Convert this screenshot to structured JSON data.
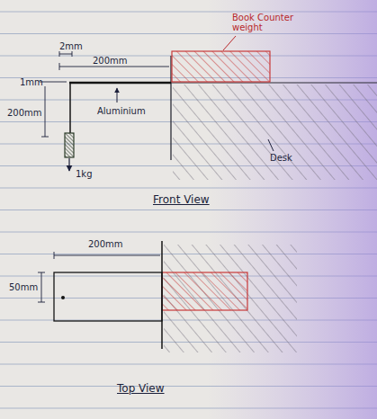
{
  "diagram": {
    "labels": [
      "2mm",
      "200mm",
      "Book Counter weight",
      "1mm",
      "200mm",
      "Aluminium",
      "1kg",
      "Desk",
      "Front View",
      "200mm",
      "50mm",
      "Top View"
    ]
  }
}
